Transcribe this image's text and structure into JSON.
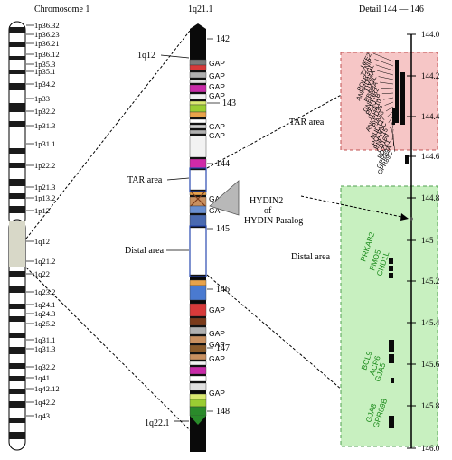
{
  "titles": {
    "chromosome": "Chromosome 1",
    "region": "1q21.1",
    "detail": "Detail 144 — 146"
  },
  "chromosome": {
    "left_labels": [
      "1p36.32",
      "1p36.23",
      "1p36.21",
      "1p36.12",
      "1p35.3",
      "1p35.1",
      "1p34.2",
      "1p33",
      "1p32.2",
      "1p31.3",
      "1p31.1",
      "1p22.2",
      "1p21.3",
      "1p13.2",
      "1p12",
      "1q12",
      "1q21.2",
      "1q22",
      "1q23.2",
      "1q24.1",
      "1q24.3",
      "1q25.2",
      "1q31.1",
      "1q31.3",
      "1q32.2",
      "1q41",
      "1q42.12",
      "1q42.2",
      "1q43"
    ]
  },
  "region": {
    "top_label": "1q12",
    "bottom_label": "1q22.1",
    "ticks": [
      "142",
      "143",
      "144",
      "145",
      "146",
      "147",
      "148"
    ],
    "gap_label": "GAP",
    "area_labels": {
      "tar": "TAR area",
      "distal": "Distal area"
    },
    "hydin_label": [
      "HYDIN2",
      "of",
      "HYDIN Paralog"
    ],
    "band_colors": [
      "#7a7a7a",
      "#d63a3a",
      "#b0b0b0",
      "#e0e0e0",
      "#c82aa8",
      "#f0f0f0",
      "#d9e870",
      "#9acd32",
      "#e8a24a",
      "#ffffff",
      "#d0d0d0",
      "#b0b0b0",
      "#f2f2f2",
      "#d02aa8"
    ]
  },
  "detail": {
    "axis_labels": [
      "144.0",
      "144.2",
      "144.4",
      "144.6",
      "144.8",
      "145",
      "145.2",
      "145.4",
      "145.6",
      "145.8",
      "146.0"
    ],
    "tar_label": "TAR area",
    "distal_label": "Distal area",
    "tar_genes": [
      "HFE2",
      "TXNIP",
      "POLR3GL",
      "ANKRD34A",
      "LIX1L",
      "RBM8A",
      "GNRHR2",
      "PEX11B",
      "ITGA10",
      "ANKRD35",
      "PIAS3",
      "NUDT17",
      "POLR3C",
      "RNF115",
      "CD160",
      "PDZK1",
      "GPR89A",
      "GPR89C"
    ],
    "distal_genes": [
      "PRKAB2",
      "FMO5",
      "CHD1L",
      "BCL9",
      "ACP6",
      "GJA5",
      "GJA8",
      "GPR89B"
    ],
    "colors": {
      "tar_fill": "#f6c6c6",
      "tar_stroke": "#c05050",
      "distal_fill": "#c8f0c0",
      "distal_stroke": "#50a050"
    }
  }
}
